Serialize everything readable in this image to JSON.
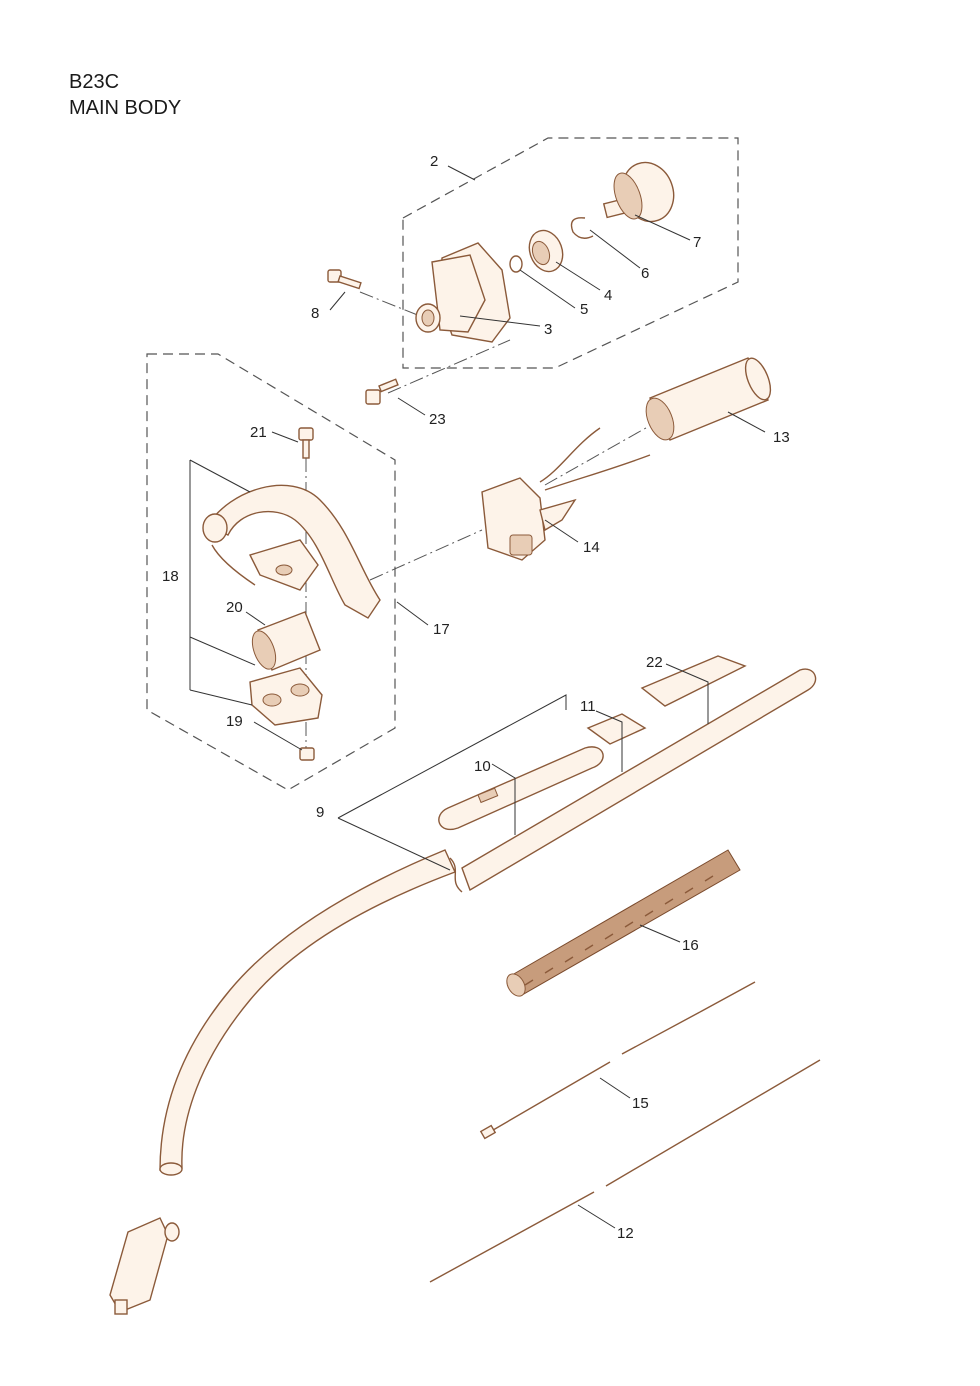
{
  "header": {
    "model": "B23C",
    "section": "MAIN BODY"
  },
  "callouts": [
    "2",
    "3",
    "4",
    "5",
    "6",
    "7",
    "8",
    "9",
    "10",
    "11",
    "12",
    "13",
    "14",
    "15",
    "16",
    "17",
    "18",
    "19",
    "20",
    "21",
    "22",
    "23"
  ]
}
